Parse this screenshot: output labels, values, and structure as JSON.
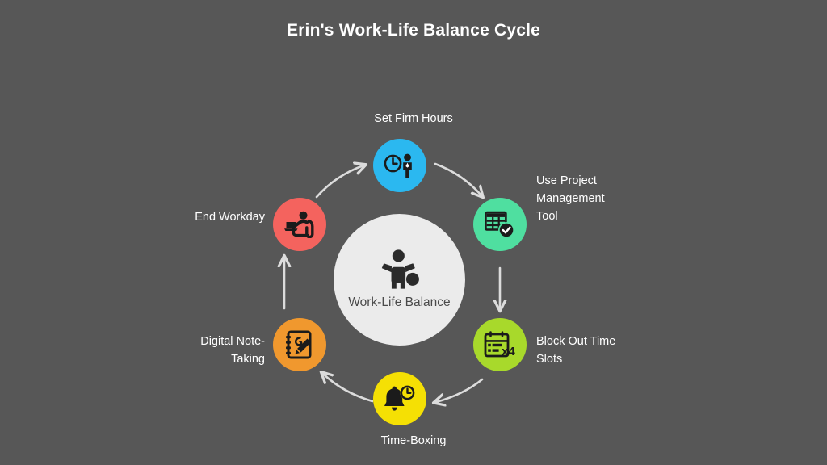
{
  "title": "Erin's Work-Life Balance Cycle",
  "background_color": "#575757",
  "hub": {
    "label": "Work-Life\nBalance",
    "icon": "person-raising-arms-icon",
    "fill": "#ebebeb",
    "text_color": "#4a4a4a"
  },
  "arrow_color": "#dcdcdc",
  "nodes": [
    {
      "id": "set-firm-hours",
      "label": "Set Firm Hours",
      "color": "#2bb8f0",
      "icon": "clock-and-person-icon"
    },
    {
      "id": "use-project-management-tool",
      "label": "Use Project\nManagement\nTool",
      "color": "#4fdfa0",
      "icon": "table-check-icon"
    },
    {
      "id": "block-out-time-slots",
      "label": "Block Out Time\nSlots",
      "color": "#a8d92b",
      "icon": "calendar-x4-icon",
      "icon_text": "x4"
    },
    {
      "id": "time-boxing",
      "label": "Time-Boxing",
      "color": "#f5e004",
      "icon": "bell-clock-icon"
    },
    {
      "id": "digital-note-taking",
      "label": "Digital Note-\nTaking",
      "color": "#f0982e",
      "icon": "notepad-pen-icon"
    },
    {
      "id": "end-workday",
      "label": "End Workday",
      "color": "#f4635e",
      "icon": "person-relaxing-laptop-icon"
    }
  ]
}
